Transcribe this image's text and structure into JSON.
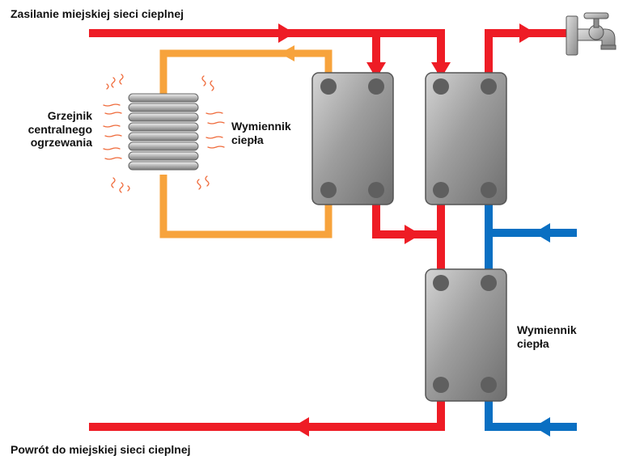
{
  "labels": {
    "supply": "Zasilanie miejskiej sieci cieplnej",
    "return": "Powrót do miejskiej sieci cieplnej",
    "radiator": [
      "Grzejnik",
      "centralnego",
      "ogrzewania"
    ],
    "exchanger_top": [
      "Wymiennik",
      "ciepła"
    ],
    "exchanger_bottom": [
      "Wymiennik",
      "ciepła"
    ]
  },
  "colors": {
    "hot": "#ee1c25",
    "cold": "#0a6fc2",
    "central_heating": "#f7a33c",
    "plate": "#9a9a9a",
    "port": "#5f5f5f",
    "heat_waves": "#ef6a3a"
  },
  "icons": {
    "tap": "water-tap-icon",
    "radiator": "radiator-icon",
    "exchanger": "plate-heat-exchanger-icon"
  }
}
